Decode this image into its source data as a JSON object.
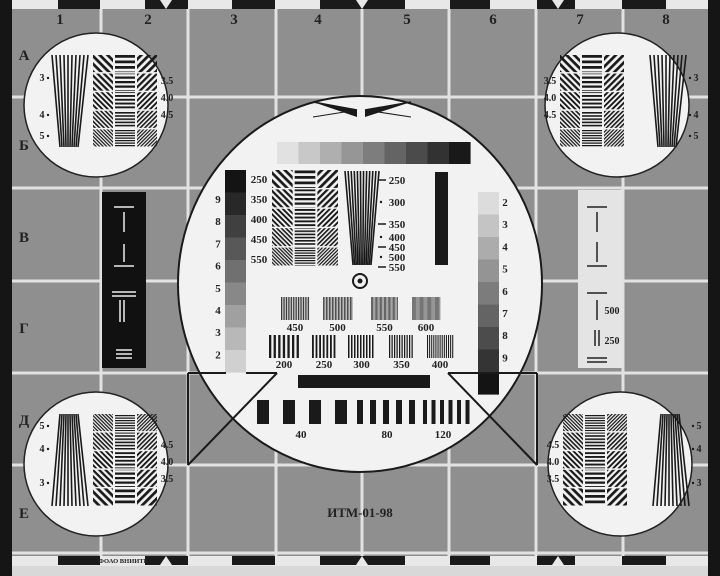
{
  "title": "ИТМ-01-98",
  "maker": "ФОАО ВНИИТР",
  "columns": [
    "1",
    "2",
    "3",
    "4",
    "5",
    "6",
    "7",
    "8"
  ],
  "rows": [
    "А",
    "Б",
    "В",
    "Г",
    "Д",
    "Е"
  ],
  "center": {
    "left_gray_scale": [
      "9",
      "8",
      "7",
      "6",
      "5",
      "4",
      "3",
      "2"
    ],
    "grid_labels": [
      "250",
      "350",
      "400",
      "450",
      "550"
    ],
    "wedge_labels": [
      "250",
      "300",
      "350",
      "400",
      "450",
      "500",
      "550"
    ],
    "right_gray_scale": [
      "2",
      "3",
      "4",
      "5",
      "6",
      "7",
      "8",
      "9"
    ],
    "gratings_row1": [
      "450",
      "500",
      "550",
      "600"
    ],
    "gratings_row2": [
      "200",
      "250",
      "300",
      "350",
      "400"
    ],
    "pulse_labels": [
      "40",
      "80",
      "120"
    ]
  },
  "corners": {
    "wedge_labels": [
      "3",
      "4",
      "5"
    ],
    "grid_labels": [
      "3.5",
      "4.0",
      "4.5"
    ]
  },
  "right_strip_labels": [
    "500",
    "250"
  ],
  "colors": {
    "background": "#8f8f8f",
    "grid_line": "#e6e6e6",
    "circle": "#f2f2f2",
    "ink": "#1a1a1a"
  }
}
